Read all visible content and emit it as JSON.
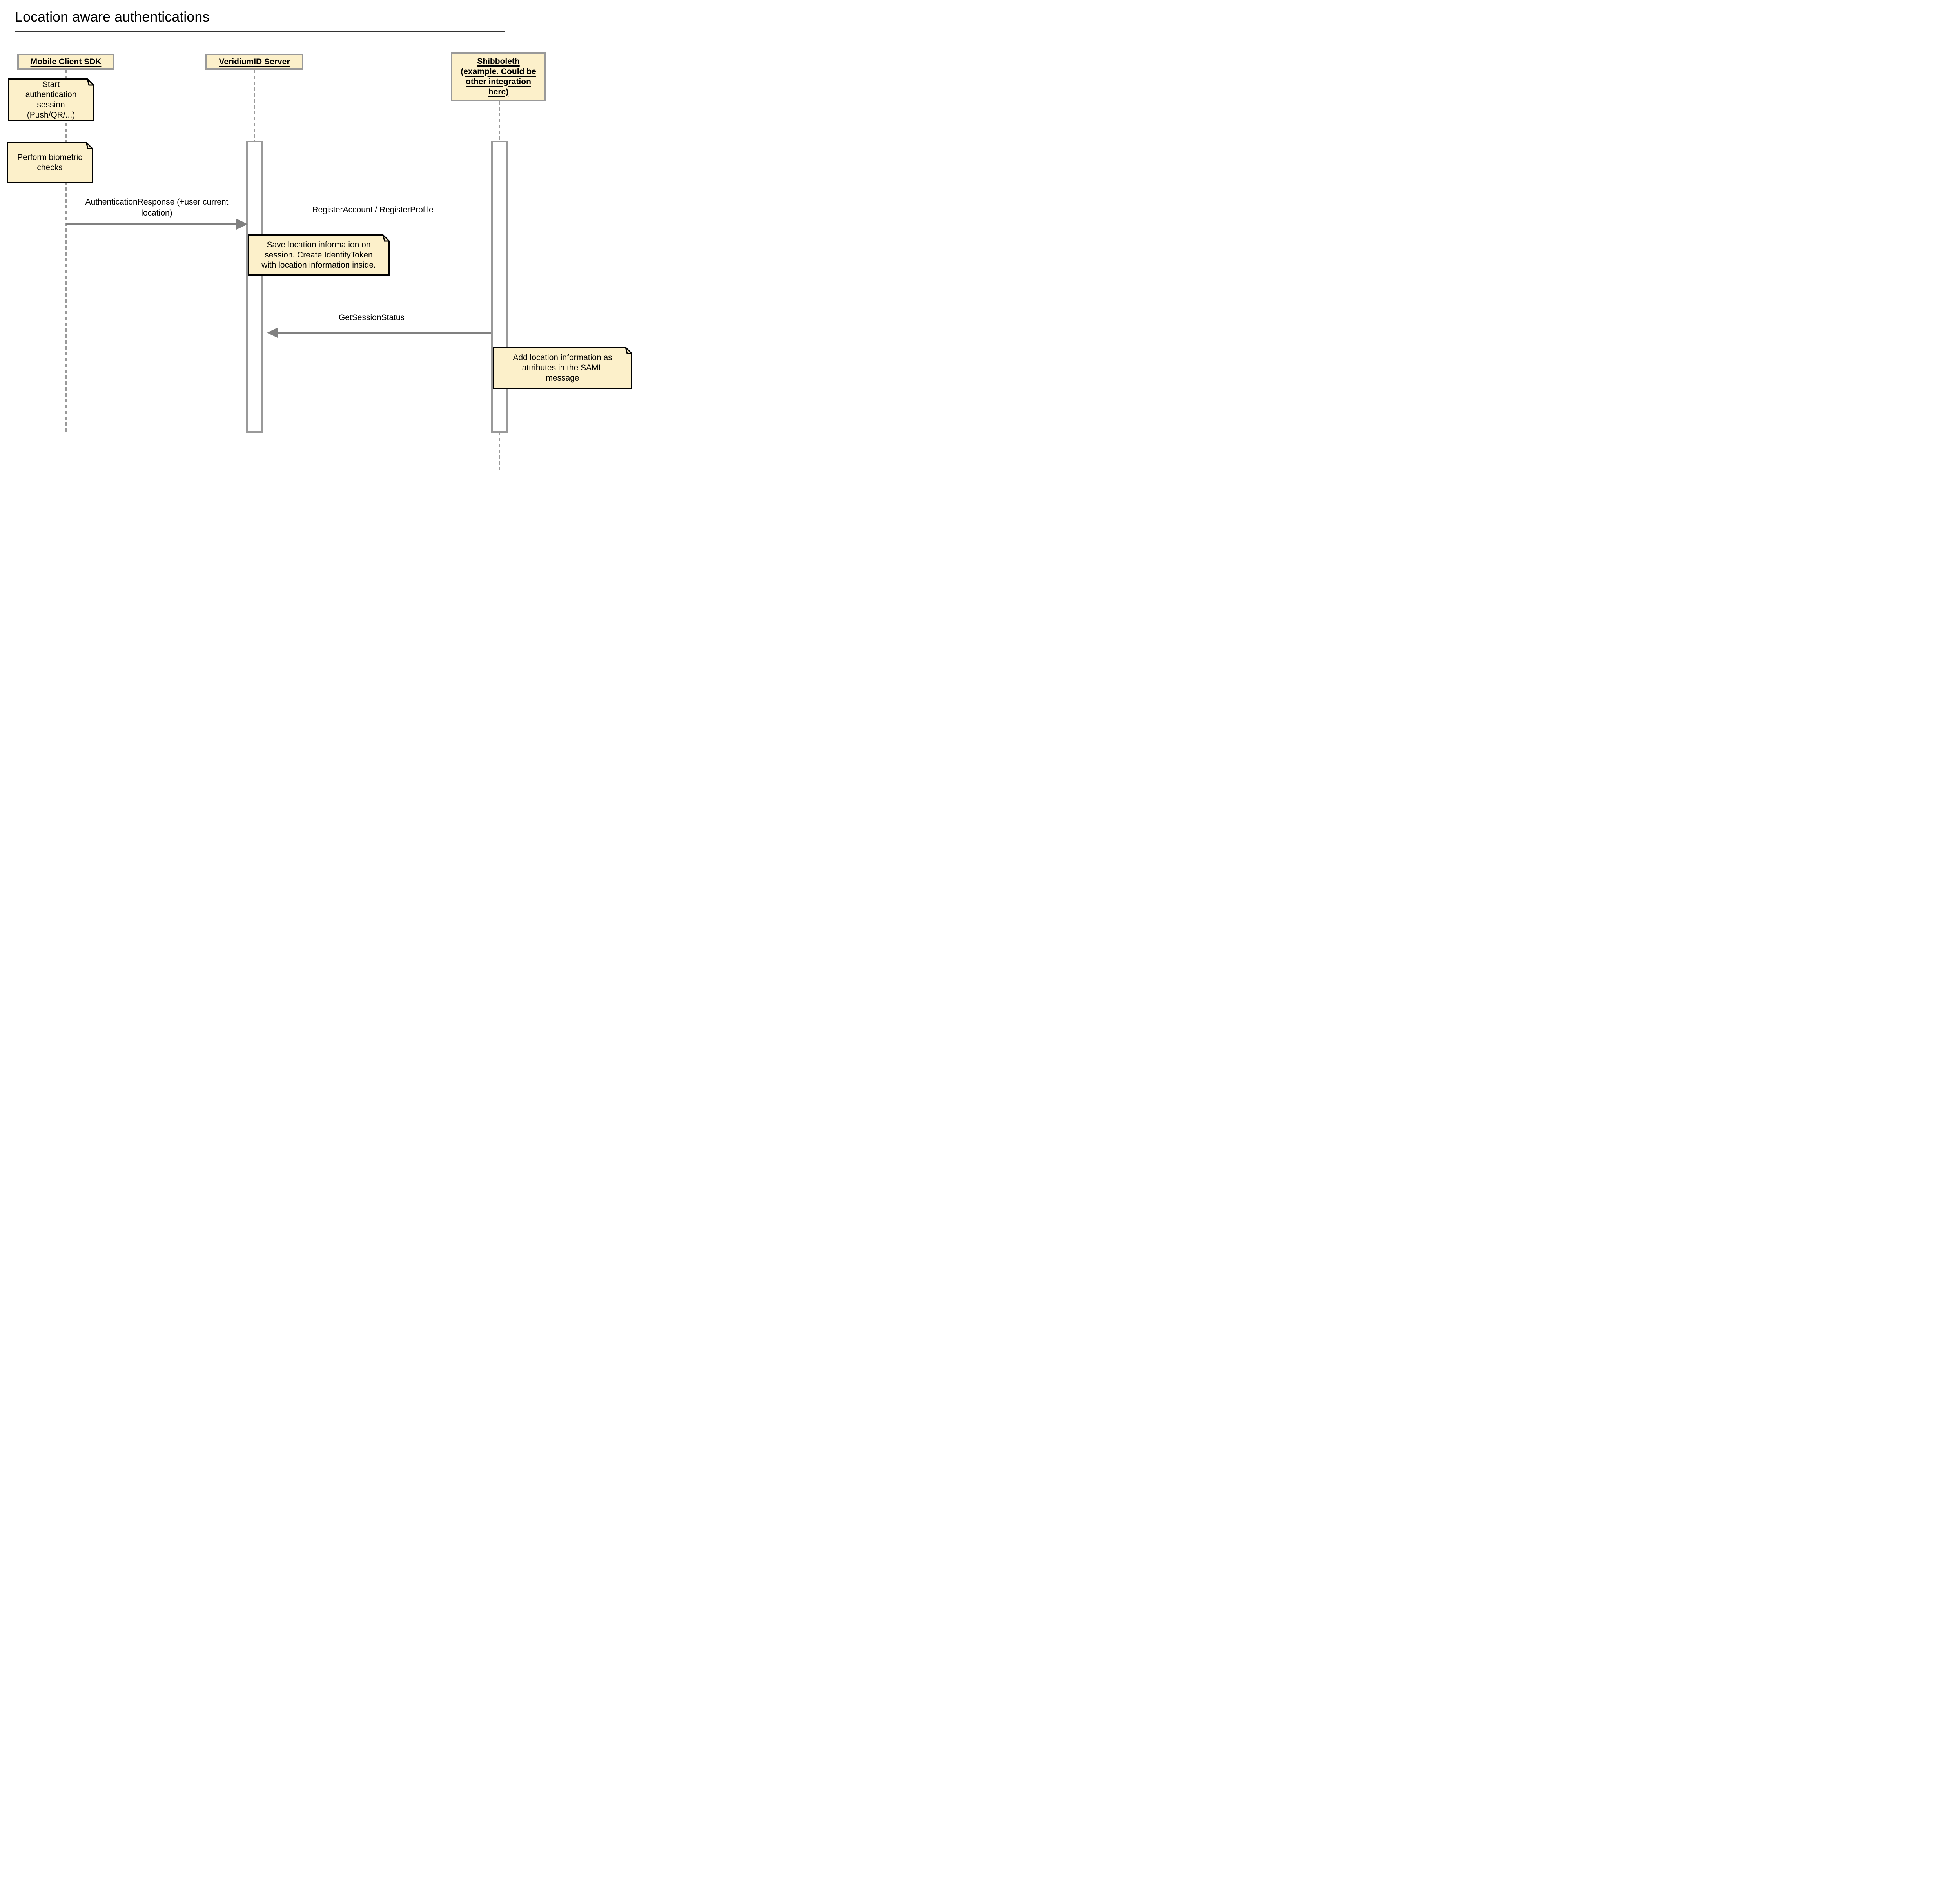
{
  "title": "Location aware authentications",
  "colors": {
    "background": "#ffffff",
    "note_fill": "#fcf0ca",
    "note_border": "#000000",
    "actor_fill": "#fcf0ca",
    "actor_border": "#999999",
    "lifeline": "#999999",
    "activation_fill": "#ffffff",
    "activation_border": "#999999",
    "arrow": "#808080",
    "title_rule": "#333333",
    "text": "#000000"
  },
  "actors": {
    "mobile": {
      "label": "Mobile Client SDK"
    },
    "veridium": {
      "label": "VeridiumID Server"
    },
    "shibboleth": {
      "lines": [
        "Shibboleth",
        "(example. Could be",
        "other integration",
        "here)"
      ]
    }
  },
  "notes": {
    "start_auth": {
      "lines": [
        "Start",
        "authentication",
        "session",
        "(Push/QR/...)"
      ]
    },
    "biometric": {
      "lines": [
        "Perform biometric",
        "checks"
      ]
    },
    "save_location": {
      "lines": [
        "Save location information on",
        "session. Create IdentityToken",
        "with location information inside."
      ]
    },
    "saml": {
      "lines": [
        "Add location information as",
        "attributes in the SAML",
        "message"
      ]
    }
  },
  "messages": {
    "auth_response": {
      "lines": [
        "AuthenticationResponse (+user current",
        "location)"
      ]
    },
    "register": {
      "label": "RegisterAccount / RegisterProfile"
    },
    "get_session_status": {
      "label": "GetSessionStatus"
    }
  }
}
